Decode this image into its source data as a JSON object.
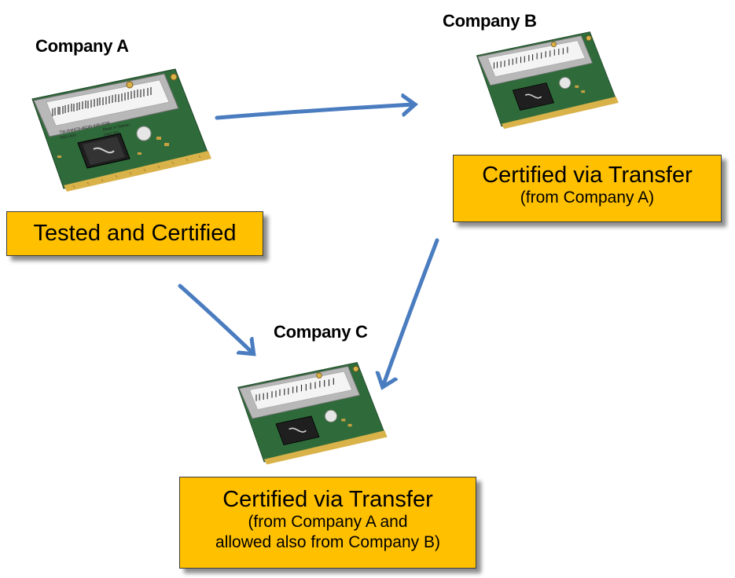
{
  "nodes": {
    "company_a": {
      "name": "Company A",
      "status": "Tested and Certified"
    },
    "company_b": {
      "name": "Company B",
      "status": "Certified via Transfer",
      "detail": "(from Company A)"
    },
    "company_c": {
      "name": "Company C",
      "status": "Certified via Transfer",
      "detail_line1": "(from Company A and",
      "detail_line2": "allowed also from Company B)"
    }
  },
  "card": {
    "sticker_line1": "TW-0H4479-48240-436-0096",
    "sticker_line2": "REV A00",
    "sticker_line3": "Made in Taiwan",
    "sticker_line4": "DW1350"
  },
  "edges": [
    {
      "from": "Company A",
      "to": "Company B"
    },
    {
      "from": "Company A",
      "to": "Company C"
    },
    {
      "from": "Company B",
      "to": "Company C"
    }
  ],
  "colors": {
    "status_box": "#FFC000",
    "arrow": "#4A7CC0",
    "pcb": "#2f6b3a",
    "shield": "#b8b8b8"
  }
}
